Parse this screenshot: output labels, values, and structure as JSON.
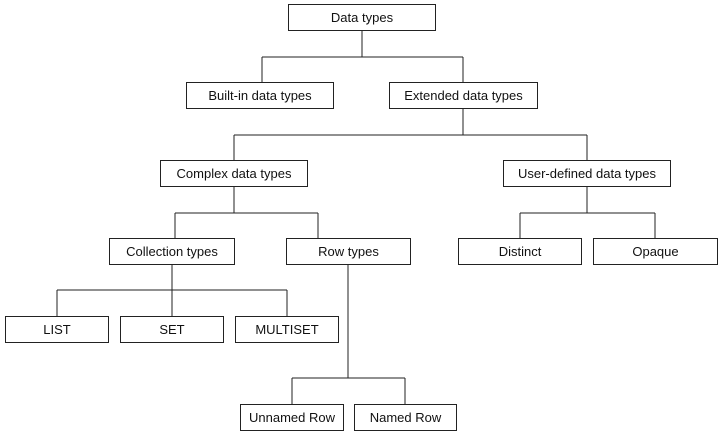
{
  "nodes": {
    "root": "Data types",
    "builtin": "Built-in data types",
    "extended": "Extended data types",
    "complex": "Complex data types",
    "userdefined": "User-defined data types",
    "collection": "Collection types",
    "row": "Row types",
    "distinct": "Distinct",
    "opaque": "Opaque",
    "list": "LIST",
    "set": "SET",
    "multiset": "MULTISET",
    "unnamed_row": "Unnamed Row",
    "named_row": "Named Row"
  },
  "colors": {
    "line": "#222222",
    "box_border": "#222222",
    "text": "#111111",
    "background": "#ffffff"
  }
}
